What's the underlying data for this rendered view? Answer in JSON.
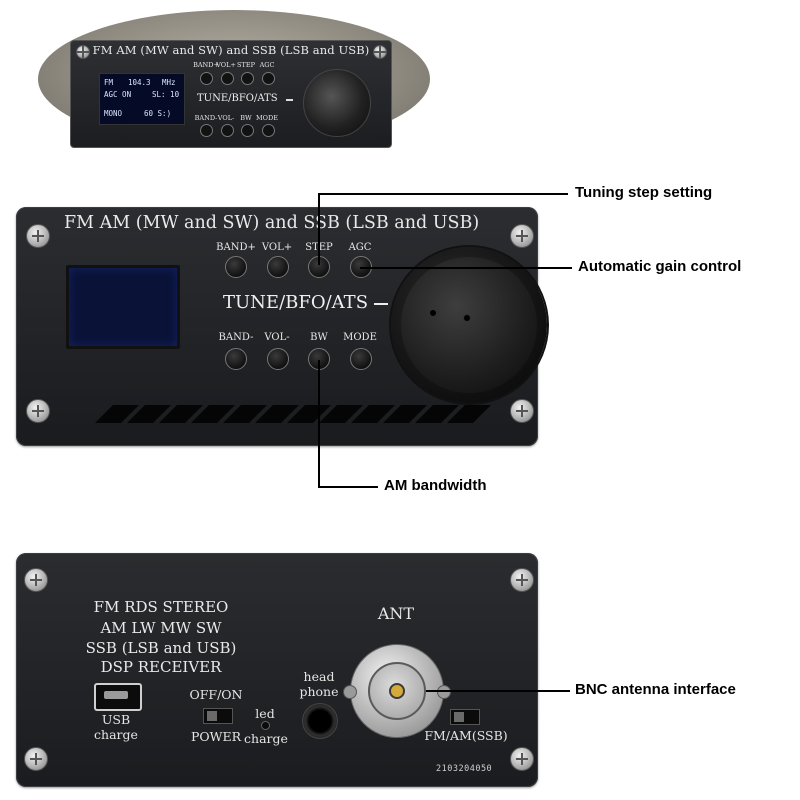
{
  "inset": {
    "title": "FM AM (MW and SW) and SSB (LSB and USB)",
    "screen": {
      "band": "FM",
      "frequency": "104.3",
      "unit": "MHz",
      "agc": "AGC ON",
      "signal": "SL: 10",
      "mode": "MONO",
      "volume": "60 S:)"
    },
    "top_buttons": [
      "BAND+",
      "VOL+",
      "STEP",
      "AGC"
    ],
    "bottom_buttons": [
      "BAND-",
      "VOL-",
      "BW",
      "MODE"
    ],
    "tune_label": "TUNE/BFO/ATS"
  },
  "front_panel": {
    "title": "FM AM (MW and SW) and SSB (LSB and USB)",
    "top_buttons": [
      "BAND+",
      "VOL+",
      "STEP",
      "AGC"
    ],
    "bottom_buttons": [
      "BAND-",
      "VOL-",
      "BW",
      "MODE"
    ],
    "tune_label": "TUNE/BFO/ATS"
  },
  "back_panel": {
    "features": [
      "FM RDS STEREO",
      "AM LW MW SW",
      "SSB (LSB and USB)",
      "DSP RECEIVER"
    ],
    "usb_label_1": "USB",
    "usb_label_2": "charge",
    "power_switch_label": "OFF/ON",
    "power_label": "POWER",
    "led_label": "led",
    "charge_label": "charge",
    "headphone_label_1": "head",
    "headphone_label_2": "phone",
    "antenna_label": "ANT",
    "mode_switch_label": "FM/AM(SSB)",
    "serial_number": "2103204050"
  },
  "callouts": {
    "tuning_step": "Tuning step setting",
    "agc": "Automatic gain control",
    "bandwidth": "AM bandwidth",
    "bnc": "BNC antenna interface"
  }
}
